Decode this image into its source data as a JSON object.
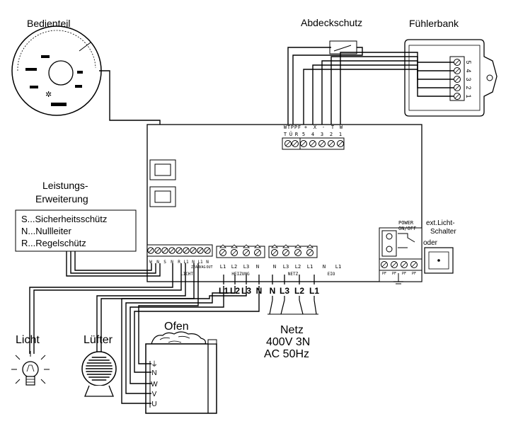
{
  "labels": {
    "bedienteil": "Bedienteil",
    "abdeckschutz": "Abdeckschutz",
    "fuehlerbank": "Fühlerbank",
    "leistungs_1": "Leistungs-",
    "leistungs_2": "Erweiterung",
    "legend": [
      "S...Sicherheitsschütz",
      "N...Nullleiter",
      "R...Regelschütz"
    ],
    "licht": "Licht",
    "luefter": "Lüfter",
    "ofen": "Ofen",
    "netz_1": "Netz",
    "netz_2": "400V 3N",
    "netz_3": "AC 50Hz",
    "ext_1": "ext.Licht-",
    "ext_2": "Schalter",
    "oder": "oder",
    "power_1": "POWER",
    "power_2": "ON/OFF"
  },
  "sensor_terminals": [
    "5",
    "4",
    "3",
    "2",
    "1"
  ],
  "top_header": [
    "W",
    "T",
    "P",
    "P",
    "F",
    "+",
    "X",
    "-",
    "T",
    "W"
  ],
  "top_terminals": [
    "T",
    "Ü",
    "R",
    "5",
    "4",
    "3",
    "2",
    "1"
  ],
  "licht_terminals": [
    "W",
    "N",
    "S",
    "N",
    "R",
    "L1",
    "N",
    "L1",
    "N"
  ],
  "licht_sub": [
    "ZEAR",
    "VAG",
    "OUT"
  ],
  "licht_group": "LICHT",
  "heizung_terminals": [
    "L1",
    "L2",
    "L3",
    "N"
  ],
  "heizung_group": "HEIZUNG",
  "netz_terminals": [
    "N",
    "L3",
    "L2",
    "L1"
  ],
  "netz_group": "NETZ",
  "extra_terminals": [
    "N",
    "L1"
  ],
  "extra_group": "EIO",
  "pf_terminals": [
    "PF",
    "PF",
    "PF",
    "PF"
  ],
  "heater_wires": [
    "L1",
    "L2",
    "L3",
    "N"
  ],
  "mains_wires": [
    "N",
    "L3",
    "L2",
    "L1"
  ],
  "ofen_terminals": [
    "⏚",
    "N",
    "W",
    "V",
    "U"
  ]
}
